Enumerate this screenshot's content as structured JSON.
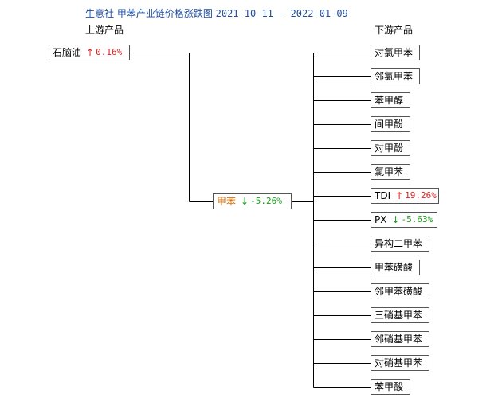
{
  "title": "生意社 甲苯产业链价格涨跌图",
  "date_range": "2021-10-11 - 2022-01-09",
  "upstream_label": "上游产品",
  "downstream_label": "下游产品",
  "upstream": [
    {
      "name": "石脑油",
      "direction": "up",
      "change": "0.16%"
    }
  ],
  "center": {
    "name": "甲苯",
    "direction": "down",
    "change": "-5.26%"
  },
  "downstream": [
    {
      "name": "对氯甲苯"
    },
    {
      "name": "邻氯甲苯"
    },
    {
      "name": "苯甲醇"
    },
    {
      "name": "间甲酚"
    },
    {
      "name": "对甲酚"
    },
    {
      "name": "氯甲苯"
    },
    {
      "name": "TDI",
      "direction": "up",
      "change": "19.26%"
    },
    {
      "name": "PX",
      "direction": "down",
      "change": "-5.63%"
    },
    {
      "name": "异构二甲苯"
    },
    {
      "name": "甲苯磺酸"
    },
    {
      "name": "邻甲苯磺酸"
    },
    {
      "name": "三硝基甲苯"
    },
    {
      "name": "邻硝基甲苯"
    },
    {
      "name": "对硝基甲苯"
    },
    {
      "name": "苯甲酸"
    }
  ],
  "colors": {
    "up": "#e02020",
    "down": "#1aa01a",
    "center": "#d9700a",
    "title": "#1f4e9e",
    "line": "#000000"
  }
}
